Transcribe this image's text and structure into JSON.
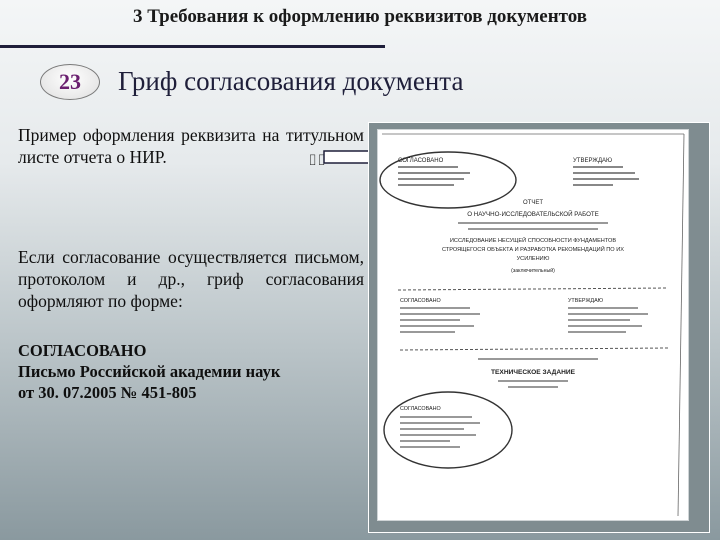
{
  "header": {
    "title": "3 Требования к оформлению реквизитов документов"
  },
  "section": {
    "number": "23",
    "title": "Гриф согласования документа"
  },
  "content": {
    "paragraph1": "Пример оформления реквизита на титульном листе отчета о НИР.",
    "paragraph2": "Если согласование осуществляется письмом, протоколом и др., гриф согласования оформляют по форме:",
    "example_lines": [
      "СОГЛАСОВАНО",
      "Письмо Российской академии наук",
      "от 30. 07.2005 № 451-805"
    ]
  },
  "document_image": {
    "heading_top": "ОТЧЕТ",
    "heading_sub": "О НАУЧНО-ИССЛЕДОВАТЕЛЬСКОЙ РАБОТЕ",
    "title_upper": "ИССЛЕДОВАНИЕ НЕСУЩЕЙ СПОСОБНОСТИ ФУНДАМЕНТОВ",
    "title_upper2": "СТРОЯЩЕГОСЯ ОБЪЕКТА И РАЗРАБОТКА РЕКОМЕНДАЦИЙ ПО ИХ",
    "title_upper3": "УСИЛЕНИЮ",
    "tz": "ТЕХНИЧЕСКОЕ ЗАДАНИЕ",
    "agreed_top": "СОГЛАСОВАНО",
    "approved_top": "УТВЕРЖДАЮ",
    "agreed_mid": "СОГЛАСОВАНО",
    "approved_mid": "УТВЕРЖДАЮ",
    "agreed_bottom": "СОГЛАСОВАНО",
    "final_note": "(заключительный)"
  }
}
